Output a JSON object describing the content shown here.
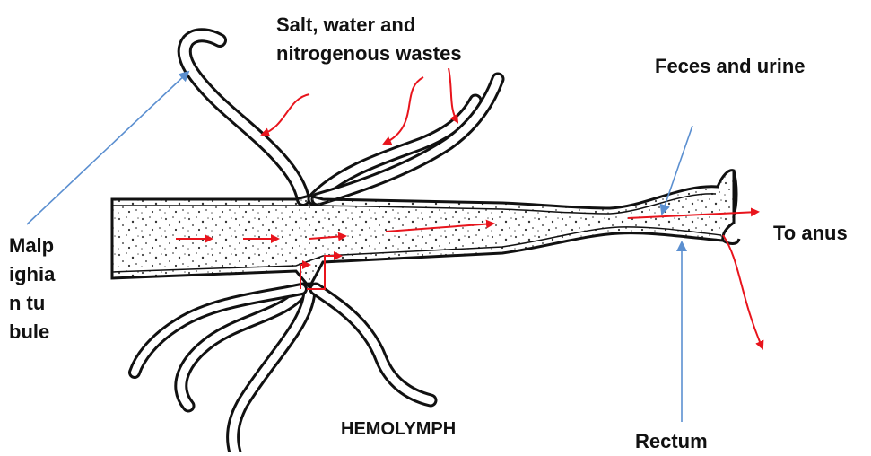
{
  "labels": {
    "salt_line1": "Salt, water and",
    "salt_line2": "nitrogenous wastes",
    "feces": "Feces and urine",
    "to_anus": "To anus",
    "malp_line1": "Malp",
    "malp_line2": "ighia",
    "malp_line3": "n tu",
    "malp_line4": "bule",
    "hemolymph": "HEMOLYMPH",
    "rectum": "Rectum"
  },
  "colors": {
    "flow_arrows": "#e8141c",
    "pointer_lines": "#5b8fd0",
    "outline": "#111111"
  }
}
